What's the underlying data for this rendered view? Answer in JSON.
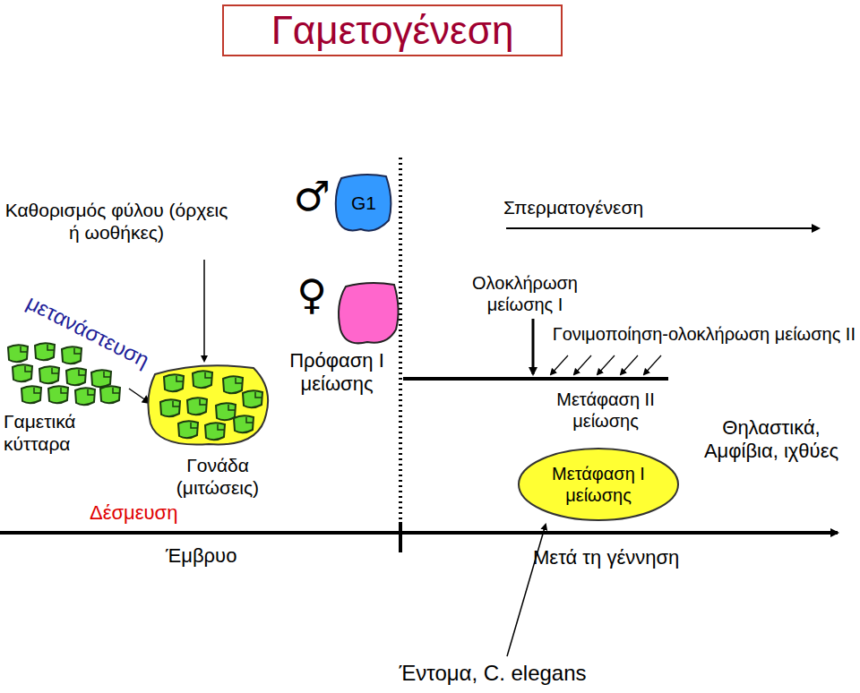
{
  "diagram": {
    "title": "Γαμετογένεση",
    "nodes": [
      {
        "text": [
          "Γαμετικά κύτταρα"
        ]
      },
      {
        "text": [
          "Γονάδα (μιτώσεις)"
        ]
      },
      {
        "text": [
          "G1"
        ]
      },
      {
        "text": [
          "Μετάφαση Ι μείωσης"
        ]
      }
    ],
    "edges": [
      {
        "from": 0,
        "to": 1,
        "arrow": "to"
      }
    ],
    "labels": [
      "Καθορισμός φύλου (όρχεις ή ωοθήκες)",
      "μετανάστευση",
      "Δέσμευση",
      "Έμβρυο",
      "♂",
      "♀",
      "Πρόφαση Ι μείωσης",
      "Σπερματογένεση",
      "Ολοκλήρωση μείωσης Ι",
      "Γονιμοποίηση-ολοκλήρωση μείωσης ΙΙ",
      "Μετάφαση ΙΙ μείωσης",
      "Θηλαστικά, Αμφίβια, ιχθύες",
      "Μετά τη γέννηση",
      "Έντομα, C. elegans"
    ]
  }
}
